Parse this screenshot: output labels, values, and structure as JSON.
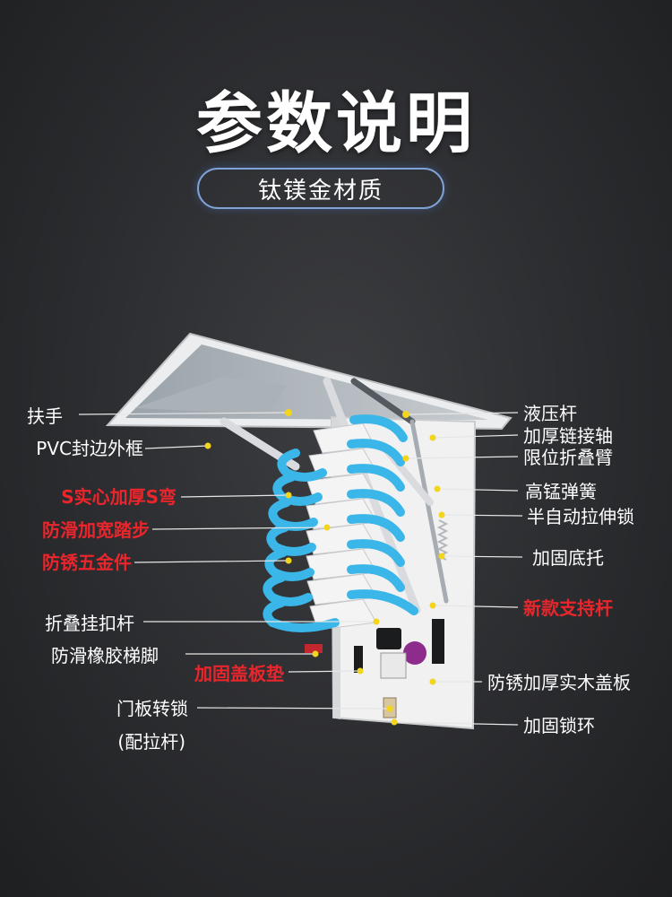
{
  "title": "参数说明",
  "subtitle": "钛镁金材质",
  "colors": {
    "accent_blue": "#3ab6e8",
    "red_label": "#e8262c",
    "leader_dot": "#f2d51c"
  },
  "labels_left": [
    {
      "text": "扶手",
      "red": false
    },
    {
      "text": "PVC封边外框",
      "red": false
    },
    {
      "text": "S实心加厚S弯",
      "red": true
    },
    {
      "text": "防滑加宽踏步",
      "red": true
    },
    {
      "text": "防锈五金件",
      "red": true
    },
    {
      "text": "折叠挂扣杆",
      "red": false
    },
    {
      "text": "防滑橡胶梯脚",
      "red": false
    },
    {
      "text": "加固盖板垫",
      "red": true
    },
    {
      "text": "门板转锁",
      "red": false
    },
    {
      "text": "(配拉杆)",
      "red": false
    }
  ],
  "labels_right": [
    {
      "text": "液压杆",
      "red": false
    },
    {
      "text": "加厚链接轴",
      "red": false
    },
    {
      "text": "限位折叠臂",
      "red": false
    },
    {
      "text": "高锰弹簧",
      "red": false
    },
    {
      "text": "半自动拉伸锁",
      "red": false
    },
    {
      "text": "加固底托",
      "red": false
    },
    {
      "text": "新款支持杆",
      "red": true
    },
    {
      "text": "防锈加厚实木盖板",
      "red": false
    },
    {
      "text": "加固锁环",
      "red": false
    }
  ]
}
